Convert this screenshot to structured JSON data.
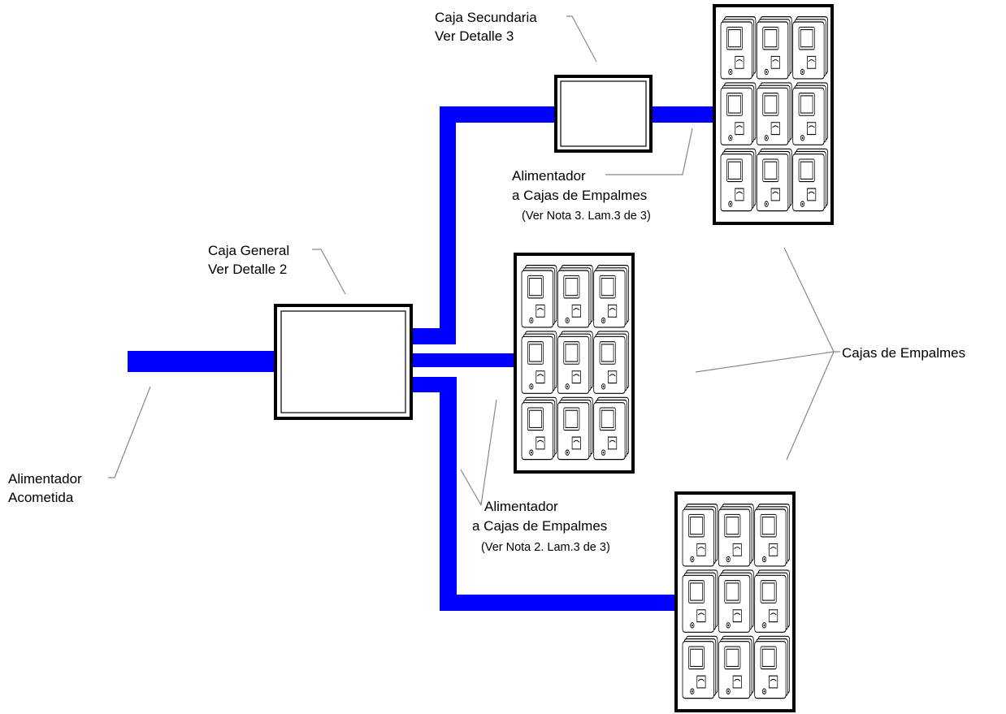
{
  "colors": {
    "feeder": "#0000ff",
    "leader": "#888888",
    "outline": "#000000",
    "background": "#ffffff"
  },
  "labels": {
    "caja_secundaria": {
      "line1": "Caja  Secundaria",
      "line2": "Ver Detalle 3"
    },
    "caja_general": {
      "line1": "Caja  General",
      "line2": "Ver Detalle 2"
    },
    "alimentador_acometida": {
      "line1": "Alimentador",
      "line2": "Acometida"
    },
    "alimentador_top": {
      "line1": "Alimentador",
      "line2": "a Cajas de Empalmes",
      "note": "(Ver Nota 3. Lam.3 de 3)"
    },
    "alimentador_bottom": {
      "line1": "Alimentador",
      "line2": "a Cajas de Empalmes",
      "note": "(Ver Nota 2. Lam.3 de 3)"
    },
    "cajas_de_empalmes": "Cajas de Empalmes"
  },
  "meter_panels": {
    "count": 3,
    "rows": 3,
    "columns": 3
  },
  "icons": {
    "meter": "electric-meter-icon"
  }
}
